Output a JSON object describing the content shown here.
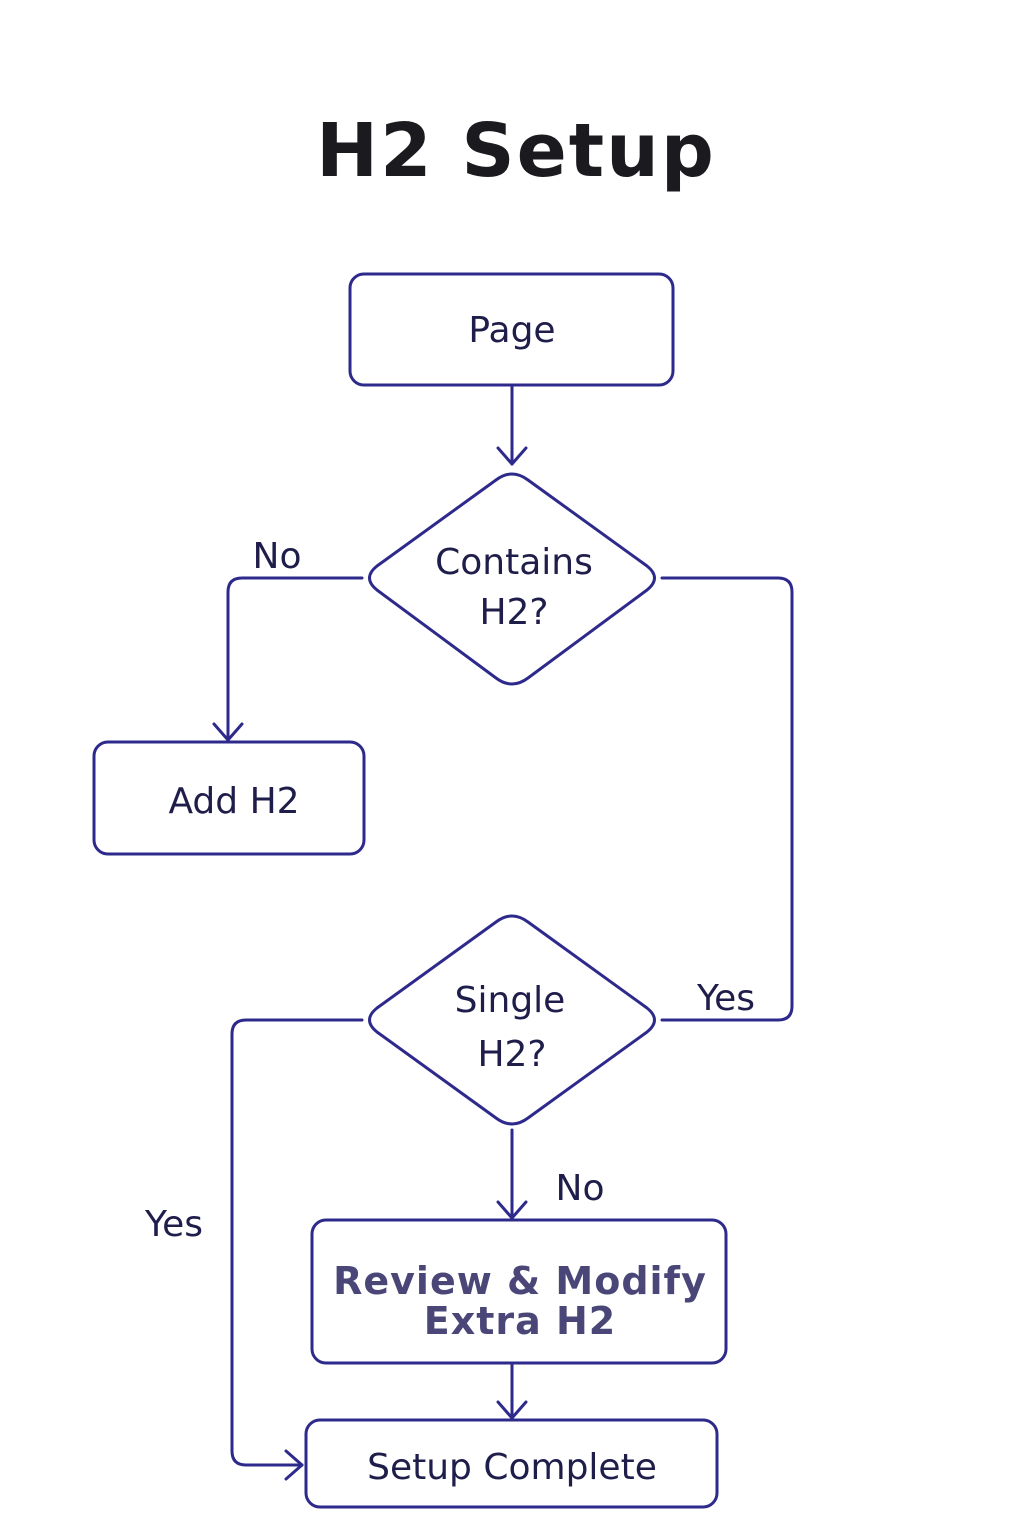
{
  "title": "H2 Setup",
  "colors": {
    "stroke": "#2e2a8c",
    "text": "#1f1d4a",
    "title": "#1b1b1f",
    "emphasis_text": "#4a4778",
    "background": "#ffffff"
  },
  "nodes": {
    "page": {
      "label": "Page"
    },
    "contains_h2": {
      "line1": "Contains",
      "line2": "H2?"
    },
    "add_h2": {
      "label": "Add H2"
    },
    "single_h2": {
      "line1": "Single",
      "line2": "H2?"
    },
    "review_modify": {
      "line1": "Review & Modify",
      "line2": "Extra H2"
    },
    "setup_complete": {
      "label": "Setup Complete"
    }
  },
  "edge_labels": {
    "contains_no": "No",
    "contains_yes": "Yes",
    "single_no": "No",
    "single_yes": "Yes"
  }
}
